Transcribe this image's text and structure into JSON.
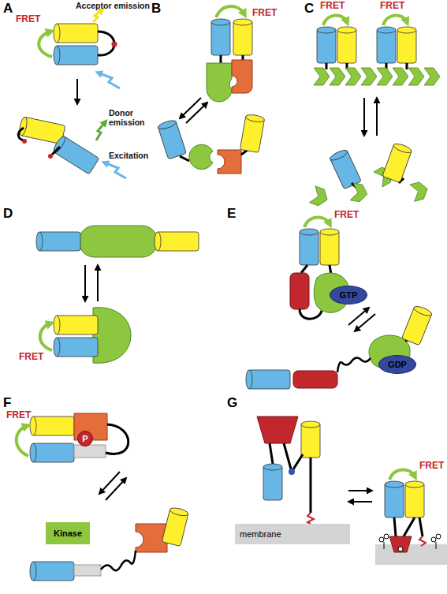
{
  "diagram": {
    "nodes": [
      {
        "text": [
          "GTP"
        ]
      },
      {
        "text": [
          "GDP"
        ]
      },
      {
        "text": [
          "P"
        ]
      },
      {
        "text": [
          "Kinase"
        ]
      },
      {
        "text": [
          "membrane"
        ]
      }
    ],
    "labels": [
      "A",
      "Acceptor emission",
      "FRET",
      "Donor emission",
      "Excitation",
      "B",
      "FRET",
      "C",
      "FRET",
      "FRET",
      "D",
      "FRET",
      "E",
      "FRET",
      "F",
      "FRET",
      "G",
      "FRET"
    ]
  }
}
